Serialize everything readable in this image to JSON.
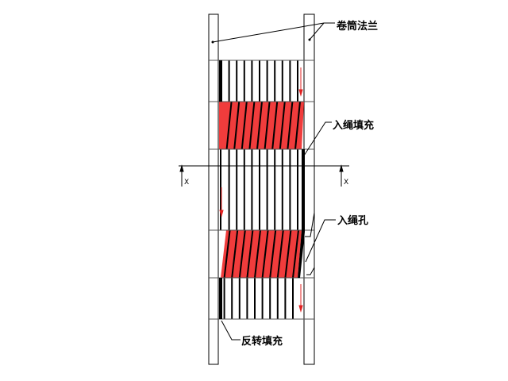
{
  "labels": {
    "drum_flange": "卷筒法兰",
    "rope_entry_fill": "入绳填充",
    "rope_entry_hole": "入绳孔",
    "reverse_fill": "反转填充",
    "axis_left": "X",
    "axis_right": "X"
  },
  "colors": {
    "rope_layer": "#f03c3c",
    "arrow": "#e02020",
    "line": "#000000"
  },
  "rope_turns_per_layer": 11
}
